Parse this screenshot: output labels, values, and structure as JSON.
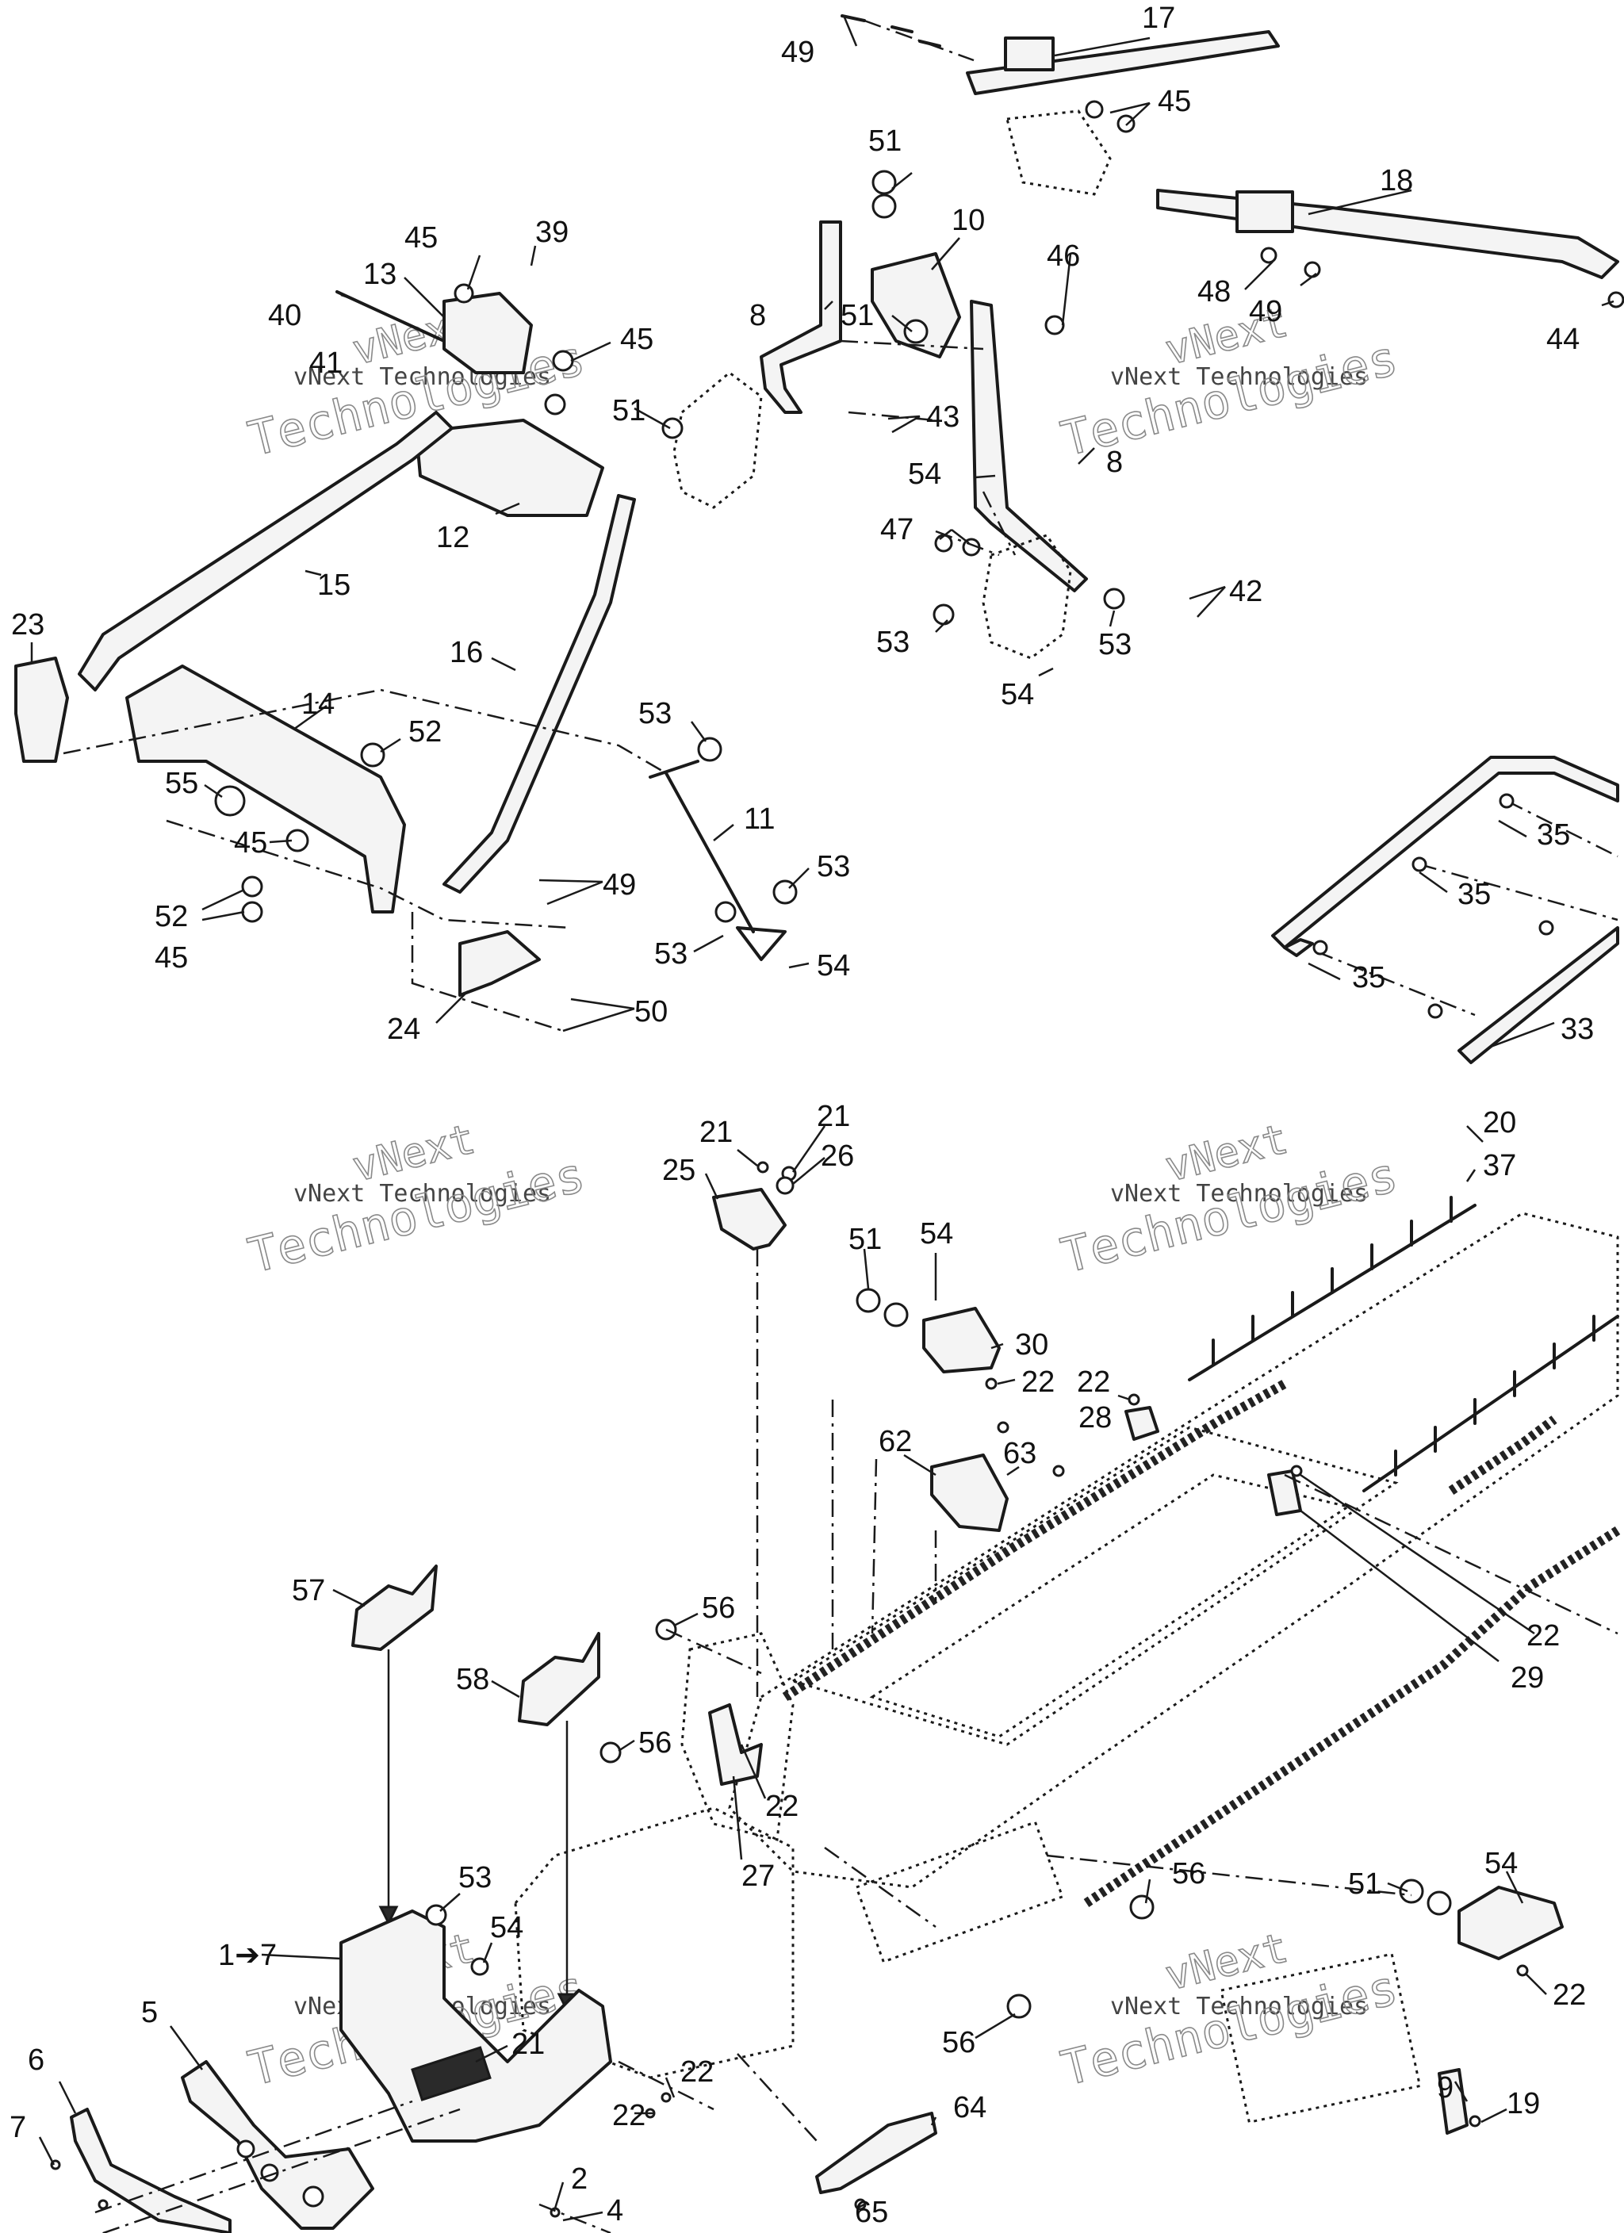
{
  "watermark": {
    "line1": "vNext",
    "line2": "vNext Technologies",
    "line3": "Technologies"
  },
  "callouts": [
    {
      "id": "c49a",
      "text": "49"
    },
    {
      "id": "c17",
      "text": "17"
    },
    {
      "id": "c45a",
      "text": "45"
    },
    {
      "id": "c51a",
      "text": "51"
    },
    {
      "id": "c10",
      "text": "10"
    },
    {
      "id": "c18",
      "text": "18"
    },
    {
      "id": "c45b",
      "text": "45"
    },
    {
      "id": "c39",
      "text": "39"
    },
    {
      "id": "c13",
      "text": "13"
    },
    {
      "id": "c40",
      "text": "40"
    },
    {
      "id": "c41",
      "text": "41"
    },
    {
      "id": "c45c",
      "text": "45"
    },
    {
      "id": "c8a",
      "text": "8"
    },
    {
      "id": "c46",
      "text": "46"
    },
    {
      "id": "c48",
      "text": "48"
    },
    {
      "id": "c49b",
      "text": "49"
    },
    {
      "id": "c44",
      "text": "44"
    },
    {
      "id": "c51b",
      "text": "51"
    },
    {
      "id": "c51c",
      "text": "51"
    },
    {
      "id": "c43",
      "text": "43"
    },
    {
      "id": "c8b",
      "text": "8"
    },
    {
      "id": "c54a",
      "text": "54"
    },
    {
      "id": "c12",
      "text": "12"
    },
    {
      "id": "c47",
      "text": "47"
    },
    {
      "id": "c15",
      "text": "15"
    },
    {
      "id": "c42",
      "text": "42"
    },
    {
      "id": "c23",
      "text": "23"
    },
    {
      "id": "c53a",
      "text": "53"
    },
    {
      "id": "c53b",
      "text": "53"
    },
    {
      "id": "c16",
      "text": "16"
    },
    {
      "id": "c54b",
      "text": "54"
    },
    {
      "id": "c14",
      "text": "14"
    },
    {
      "id": "c53c",
      "text": "53"
    },
    {
      "id": "c52a",
      "text": "52"
    },
    {
      "id": "c55",
      "text": "55"
    },
    {
      "id": "c11",
      "text": "11"
    },
    {
      "id": "c35a",
      "text": "35"
    },
    {
      "id": "c45d",
      "text": "45"
    },
    {
      "id": "c53d",
      "text": "53"
    },
    {
      "id": "c49c",
      "text": "49"
    },
    {
      "id": "c35b",
      "text": "35"
    },
    {
      "id": "c52b",
      "text": "52"
    },
    {
      "id": "c45e",
      "text": "45"
    },
    {
      "id": "c53e",
      "text": "53"
    },
    {
      "id": "c54c",
      "text": "54"
    },
    {
      "id": "c35c",
      "text": "35"
    },
    {
      "id": "c50",
      "text": "50"
    },
    {
      "id": "c24",
      "text": "24"
    },
    {
      "id": "c33",
      "text": "33"
    },
    {
      "id": "c21a",
      "text": "21"
    },
    {
      "id": "c21b",
      "text": "21"
    },
    {
      "id": "c20",
      "text": "20"
    },
    {
      "id": "c26",
      "text": "26"
    },
    {
      "id": "c25",
      "text": "25"
    },
    {
      "id": "c37",
      "text": "37"
    },
    {
      "id": "c51d",
      "text": "51"
    },
    {
      "id": "c54d",
      "text": "54"
    },
    {
      "id": "c30",
      "text": "30"
    },
    {
      "id": "c22a",
      "text": "22"
    },
    {
      "id": "c22b",
      "text": "22"
    },
    {
      "id": "c28",
      "text": "28"
    },
    {
      "id": "c62",
      "text": "62"
    },
    {
      "id": "c63",
      "text": "63"
    },
    {
      "id": "c57",
      "text": "57"
    },
    {
      "id": "c22c",
      "text": "22"
    },
    {
      "id": "c56a",
      "text": "56"
    },
    {
      "id": "c29",
      "text": "29"
    },
    {
      "id": "c58",
      "text": "58"
    },
    {
      "id": "c56b",
      "text": "56"
    },
    {
      "id": "c22d",
      "text": "22"
    },
    {
      "id": "c27",
      "text": "27"
    },
    {
      "id": "c54e",
      "text": "54"
    },
    {
      "id": "c51e",
      "text": "51"
    },
    {
      "id": "c56c",
      "text": "56"
    },
    {
      "id": "c53f",
      "text": "53"
    },
    {
      "id": "c17arrow",
      "text": "1➔7"
    },
    {
      "id": "c54f",
      "text": "54"
    },
    {
      "id": "c22e",
      "text": "22"
    },
    {
      "id": "c5",
      "text": "5"
    },
    {
      "id": "c21c",
      "text": "21"
    },
    {
      "id": "c56d",
      "text": "56"
    },
    {
      "id": "c6",
      "text": "6"
    },
    {
      "id": "c22f",
      "text": "22"
    },
    {
      "id": "c22g",
      "text": "22"
    },
    {
      "id": "c64",
      "text": "64"
    },
    {
      "id": "c9",
      "text": "9"
    },
    {
      "id": "c19",
      "text": "19"
    },
    {
      "id": "c7",
      "text": "7"
    },
    {
      "id": "c2",
      "text": "2"
    },
    {
      "id": "c4",
      "text": "4"
    },
    {
      "id": "c65",
      "text": "65"
    }
  ]
}
